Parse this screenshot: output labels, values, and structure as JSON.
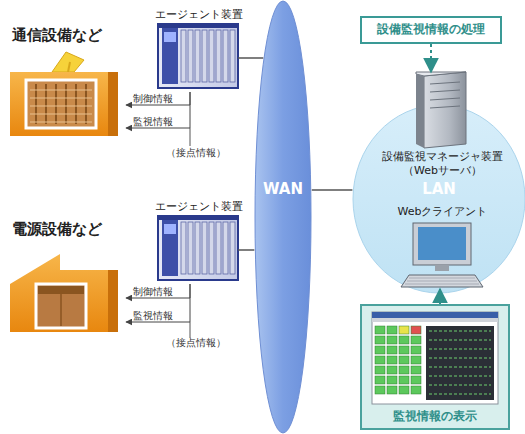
{
  "diagram": {
    "nodes": [
      {
        "text": [
          "通信設備など"
        ]
      },
      {
        "text": [
          "エージェント装置"
        ]
      },
      {
        "text": [
          "電源設備など"
        ]
      },
      {
        "text": [
          "エージェント装置"
        ]
      },
      {
        "text": [
          "WAN"
        ]
      },
      {
        "text": [
          "設備監視情報の処理"
        ]
      },
      {
        "text": [
          "LAN"
        ]
      },
      {
        "text": [
          "設備監視マネージャ装置 （Webサーバ）"
        ],
        "in": 6
      },
      {
        "text": [
          "Webクライアント"
        ],
        "in": 6
      },
      {
        "text": [
          "監視情報の表示"
        ]
      }
    ],
    "edges": [
      {
        "from": 1,
        "to": 0,
        "label": "制御情報",
        "arrow": "to"
      },
      {
        "from": 1,
        "to": 0,
        "label": "監視情報",
        "arrow": "to"
      },
      {
        "from": 3,
        "to": 2,
        "label": "制御情報",
        "arrow": "to"
      },
      {
        "from": 3,
        "to": 2,
        "label": "監視情報",
        "arrow": "to"
      },
      {
        "from": 1,
        "to": 4,
        "arrow": "none"
      },
      {
        "from": 3,
        "to": 4,
        "arrow": "none"
      },
      {
        "from": 4,
        "to": 6,
        "arrow": "none"
      },
      {
        "from": 5,
        "to": 7,
        "arrow": "to"
      },
      {
        "from": 9,
        "to": 8,
        "arrow": "to"
      }
    ],
    "labels": [
      "（接点情報）",
      "（接点情報）"
    ]
  }
}
